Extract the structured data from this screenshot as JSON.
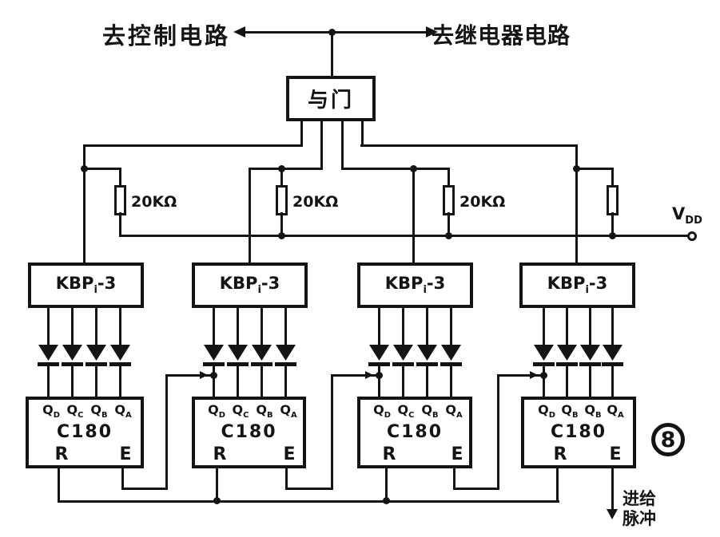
{
  "top_bus": {
    "left_label": "去控制电路",
    "right_label": "去继电器电路"
  },
  "and_gate_label": "与门",
  "resistor_labels": [
    "20KΩ",
    "20KΩ",
    "20KΩ"
  ],
  "vdd": {
    "base": "V",
    "sub": "DD"
  },
  "stages": [
    {
      "kbp": {
        "base": "KBP",
        "sub": "i",
        "suffix": "-3"
      },
      "chip": "C180",
      "outputs": [
        {
          "base": "Q",
          "sub": "D"
        },
        {
          "base": "Q",
          "sub": "C"
        },
        {
          "base": "Q",
          "sub": "B"
        },
        {
          "base": "Q",
          "sub": "A"
        }
      ],
      "pins": {
        "reset": "R",
        "enable": "E"
      }
    },
    {
      "kbp": {
        "base": "KBP",
        "sub": "i",
        "suffix": "-3"
      },
      "chip": "C180",
      "outputs": [
        {
          "base": "Q",
          "sub": "D"
        },
        {
          "base": "Q",
          "sub": "C"
        },
        {
          "base": "Q",
          "sub": "B"
        },
        {
          "base": "Q",
          "sub": "A"
        }
      ],
      "pins": {
        "reset": "R",
        "enable": "E"
      }
    },
    {
      "kbp": {
        "base": "KBP",
        "sub": "i",
        "suffix": "-3"
      },
      "chip": "C180",
      "outputs": [
        {
          "base": "Q",
          "sub": "D"
        },
        {
          "base": "Q",
          "sub": "C"
        },
        {
          "base": "Q",
          "sub": "B"
        },
        {
          "base": "Q",
          "sub": "A"
        }
      ],
      "pins": {
        "reset": "R",
        "enable": "E"
      }
    },
    {
      "kbp": {
        "base": "KBP",
        "sub": "i",
        "suffix": "-3"
      },
      "chip": "C180",
      "outputs": [
        {
          "base": "Q",
          "sub": "D"
        },
        {
          "base": "Q",
          "sub": "B"
        },
        {
          "base": "Q",
          "sub": "B"
        },
        {
          "base": "Q",
          "sub": "A"
        }
      ],
      "pins": {
        "reset": "R",
        "enable": "E"
      }
    }
  ],
  "figure_number": "8",
  "feed_pulse": [
    "进给",
    "脉冲"
  ]
}
